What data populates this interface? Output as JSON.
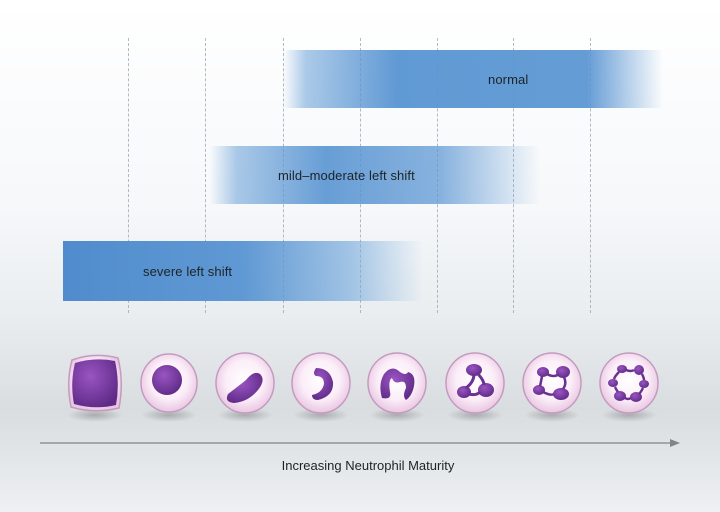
{
  "bands": {
    "normal": {
      "label": "normal"
    },
    "mild": {
      "label": "mild–moderate left shift"
    },
    "severe": {
      "label": "severe left shift"
    }
  },
  "axis": {
    "label": "Increasing Neutrophil Maturity"
  },
  "colors": {
    "band_blue": "#5894d2",
    "nucleus_purple": "#7b3a9f",
    "cytoplasm_pink": "#f3dcef",
    "cell_border": "#c59ac0"
  },
  "cells": [
    {
      "stage": 1,
      "icon": "myeloblast-icon"
    },
    {
      "stage": 2,
      "icon": "promyelocyte-icon"
    },
    {
      "stage": 3,
      "icon": "myelocyte-icon"
    },
    {
      "stage": 4,
      "icon": "metamyelocyte-icon"
    },
    {
      "stage": 5,
      "icon": "band-neutrophil-icon"
    },
    {
      "stage": 6,
      "icon": "segmented-neutrophil-3-lobe-icon"
    },
    {
      "stage": 7,
      "icon": "segmented-neutrophil-4-lobe-icon"
    },
    {
      "stage": 8,
      "icon": "hypersegmented-neutrophil-icon"
    }
  ]
}
